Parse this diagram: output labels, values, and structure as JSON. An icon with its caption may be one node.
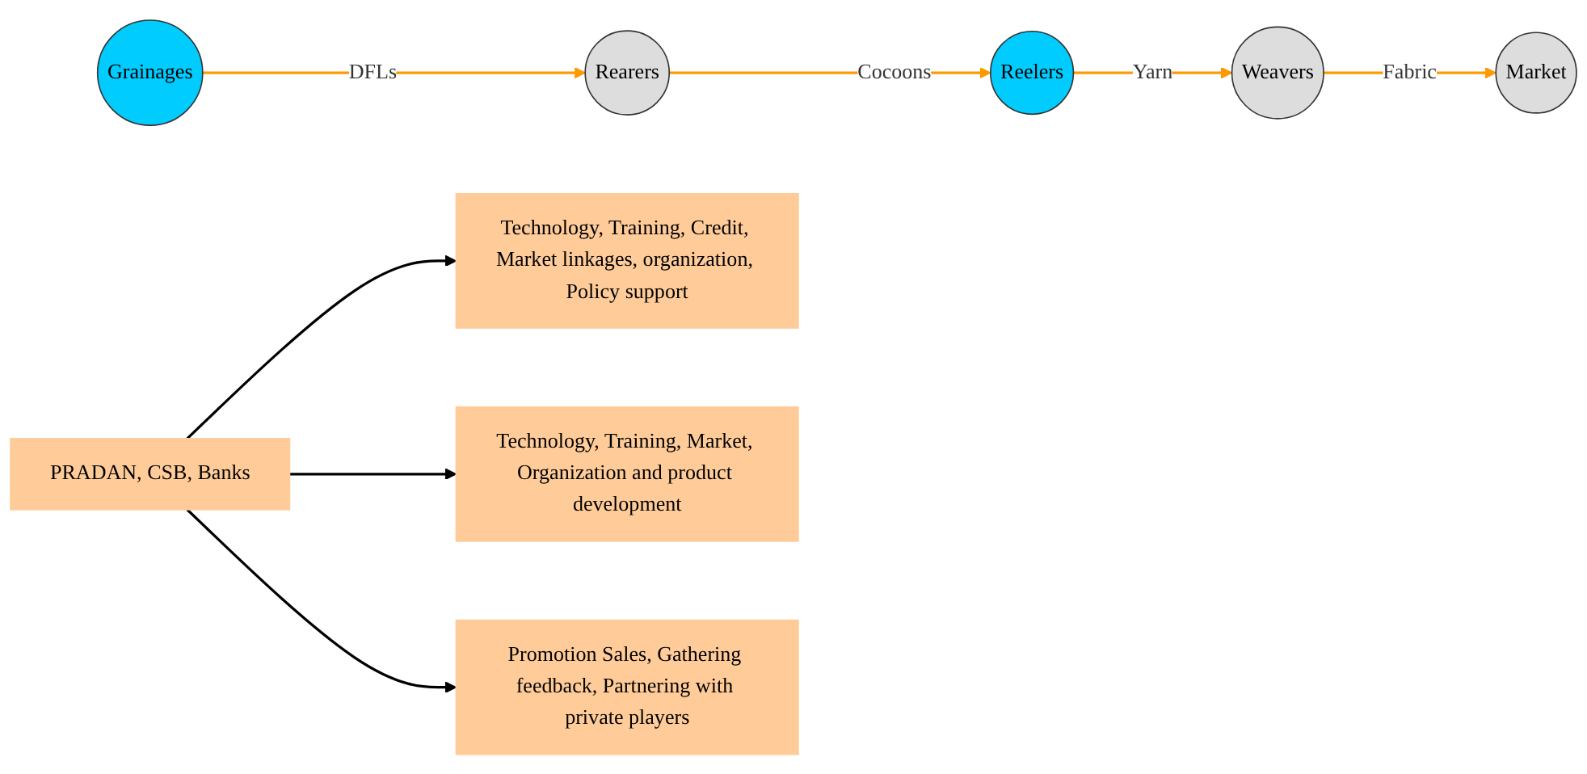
{
  "diagram": {
    "nodes": [
      {
        "text": [
          "Grainages"
        ]
      },
      {
        "text": [
          "Rearers"
        ]
      },
      {
        "text": [
          "Reelers"
        ]
      },
      {
        "text": [
          "Weavers"
        ]
      },
      {
        "text": [
          "Market"
        ]
      },
      {
        "text": [
          "Technology, Training, Credit, Market linkages, organization, Policy support"
        ]
      },
      {
        "text": [
          "Technology, Training, Market, Organization and product development"
        ]
      },
      {
        "text": [
          "Promotion Sales, Gathering feedback, Partnering with private players"
        ]
      },
      {
        "text": [
          "PRADAN, CSB, Banks"
        ]
      }
    ],
    "edges": [
      {
        "from": 0,
        "to": 1,
        "arrow": "to",
        "label": "DFLs",
        "color": "#ff9900"
      },
      {
        "from": 1,
        "to": 2,
        "arrow": "to",
        "label": "Cocoons",
        "color": "#ff9900"
      },
      {
        "from": 2,
        "to": 3,
        "arrow": "to",
        "label": "Yarn",
        "color": "#ff9900"
      },
      {
        "from": 3,
        "to": 4,
        "arrow": "to",
        "label": "Fabric",
        "color": "#ff9900"
      },
      {
        "from": 8,
        "to": 5,
        "arrow": "to",
        "color": "#000000"
      },
      {
        "from": 8,
        "to": 6,
        "arrow": "to",
        "color": "#000000"
      },
      {
        "from": 8,
        "to": 7,
        "arrow": "to",
        "color": "#000000"
      }
    ]
  }
}
